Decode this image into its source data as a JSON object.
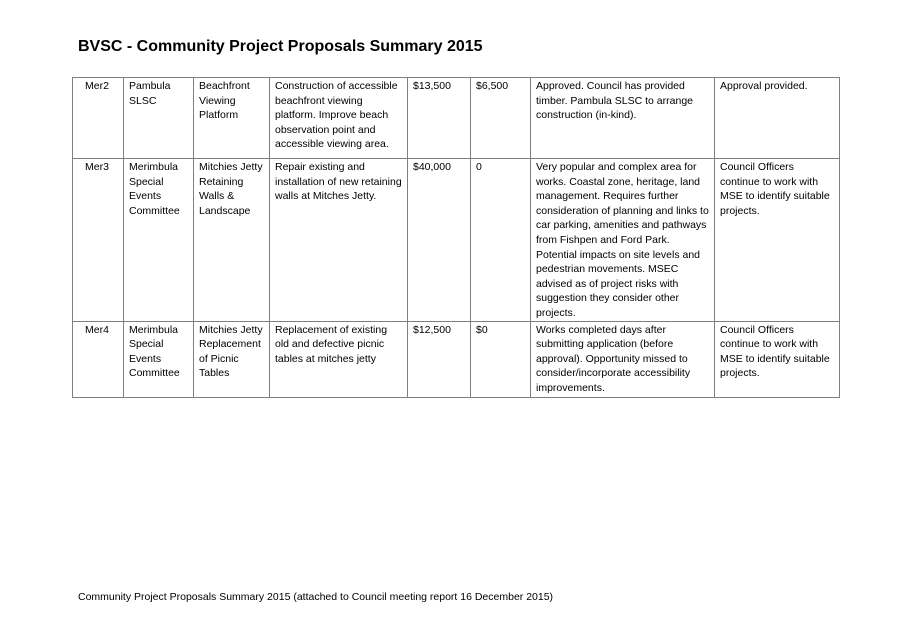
{
  "document": {
    "title": "BVSC - Community Project Proposals Summary 2015",
    "footer": "Community Project Proposals Summary 2015 (attached to Council meeting report 16 December 2015)"
  },
  "table": {
    "rows": [
      {
        "ref": "Mer2",
        "applicant": "Pambula SLSC",
        "project": "Beachfront Viewing Platform",
        "description": "Construction of accessible beachfront viewing platform. Improve beach observation point and accessible viewing area.",
        "cost": "$13,500",
        "requested": "$6,500",
        "assessment": "Approved. Council has provided timber. Pambula SLSC to arrange construction (in-kind).",
        "status": "Approval provided."
      },
      {
        "ref": "Mer3",
        "applicant": "Merimbula Special Events Committee",
        "project": "Mitchies Jetty Retaining Walls & Landscape",
        "description": "Repair existing and installation of new retaining walls at Mitches Jetty.",
        "cost": "$40,000",
        "requested": "0",
        "assessment": "Very popular and complex area for works. Coastal zone, heritage, land management. Requires further consideration of planning and links to car parking, amenities and pathways from Fishpen and Ford Park. Potential impacts on site levels and pedestrian movements. MSEC advised as of project risks with suggestion they consider other projects.",
        "status": "Council Officers continue to work with MSE to identify suitable projects."
      },
      {
        "ref": "Mer4",
        "applicant": "Merimbula Special Events Committee",
        "project": "Mitchies Jetty Replacement of Picnic Tables",
        "description": "Replacement of existing old and defective picnic tables at mitches jetty",
        "cost": "$12,500",
        "requested": "$0",
        "assessment": "Works completed days after submitting application (before approval). Opportunity missed to consider/incorporate accessibility improvements.",
        "status": "Council Officers continue to work with MSE to identify suitable projects."
      }
    ]
  }
}
